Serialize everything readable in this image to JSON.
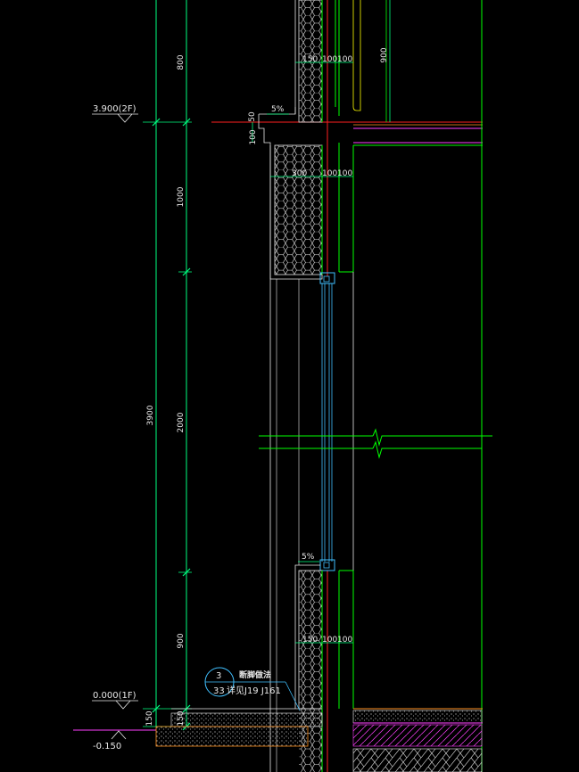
{
  "levels": [
    {
      "id": "2f",
      "label": "3.900(2F)"
    },
    {
      "id": "1f",
      "label": "0.000(1F)"
    },
    {
      "id": "ground",
      "label": "-0.150"
    }
  ],
  "dimensions": {
    "total": "3900",
    "d800": "800",
    "d1000": "1000",
    "d2000": "2000",
    "d900": "900",
    "d150": "150",
    "d50": "50",
    "d100": "100",
    "d900_right": "900"
  },
  "wall_dims": {
    "upper": [
      "150",
      "100",
      "100"
    ],
    "middle": [
      "300",
      "100",
      "100"
    ],
    "lower": [
      "150",
      "100",
      "100"
    ]
  },
  "slopes": {
    "upper": "5%",
    "lower": "5%"
  },
  "callout": {
    "number": "3",
    "sheet": "33",
    "title": "断脚做法",
    "reference": "详见J19 J161"
  },
  "colors": {
    "background": "#000000",
    "dimension": "#00ff80",
    "wall": "#00ff00",
    "red": "#ff2020",
    "magenta": "#ff40ff",
    "cyan": "#40c0ff",
    "white": "#e8e8e8",
    "yellow": "#ffff00",
    "orange": "#ff9020"
  }
}
